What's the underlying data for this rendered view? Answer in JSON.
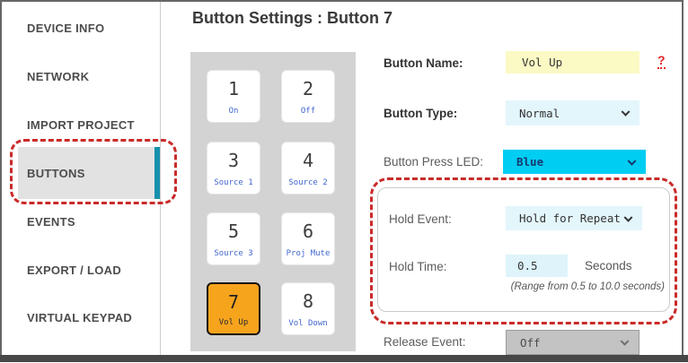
{
  "title": "Button Settings : Button 7",
  "sidebar": {
    "items": [
      {
        "label": "DEVICE INFO"
      },
      {
        "label": "NETWORK"
      },
      {
        "label": "IMPORT PROJECT"
      },
      {
        "label": "BUTTONS"
      },
      {
        "label": "EVENTS"
      },
      {
        "label": "EXPORT / LOAD"
      },
      {
        "label": "VIRTUAL KEYPAD"
      }
    ],
    "selected": "BUTTONS"
  },
  "keypad": {
    "buttons": [
      {
        "number": "1",
        "label": "On"
      },
      {
        "number": "2",
        "label": "Off"
      },
      {
        "number": "3",
        "label": "Source 1"
      },
      {
        "number": "4",
        "label": "Source 2"
      },
      {
        "number": "5",
        "label": "Source 3"
      },
      {
        "number": "6",
        "label": "Proj Mute"
      },
      {
        "number": "7",
        "label": "Vol Up"
      },
      {
        "number": "8",
        "label": "Vol Down"
      }
    ],
    "selected_number": "7"
  },
  "form": {
    "button_name": {
      "label": "Button Name:",
      "value": "Vol Up"
    },
    "help": "?",
    "button_type": {
      "label": "Button Type:",
      "value": "Normal"
    },
    "button_press_led": {
      "label": "Button Press LED:",
      "value": "Blue"
    },
    "hold_event": {
      "label": "Hold Event:",
      "value": "Hold for Repeat"
    },
    "hold_time": {
      "label": "Hold Time:",
      "value": "0.5",
      "unit": "Seconds",
      "range_note": "(Range from 0.5 to 10.0 seconds)"
    },
    "release_event": {
      "label": "Release Event:",
      "value": "Off",
      "state": "disabled"
    }
  },
  "colors": {
    "accent_teal": "#1791ac",
    "callout_red": "#c92a2a",
    "selected_button_orange": "#f7a41d",
    "led_cyan": "#00cdf2",
    "name_input_yellow": "#fbfac5",
    "select_azure": "#e3f6fc",
    "disabled_gray": "#c3c3c3"
  }
}
